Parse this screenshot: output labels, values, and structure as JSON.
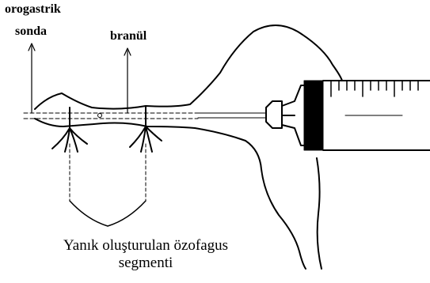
{
  "labels": {
    "orogastric_tube_line1": "orogastrik",
    "orogastric_tube_line2": "sonda",
    "cannula": "branül",
    "segment_caption_line1": "Yanık oluşturulan özofagus",
    "segment_caption_line2": "segmenti"
  },
  "colors": {
    "ink": "#000000",
    "background": "#ffffff"
  }
}
